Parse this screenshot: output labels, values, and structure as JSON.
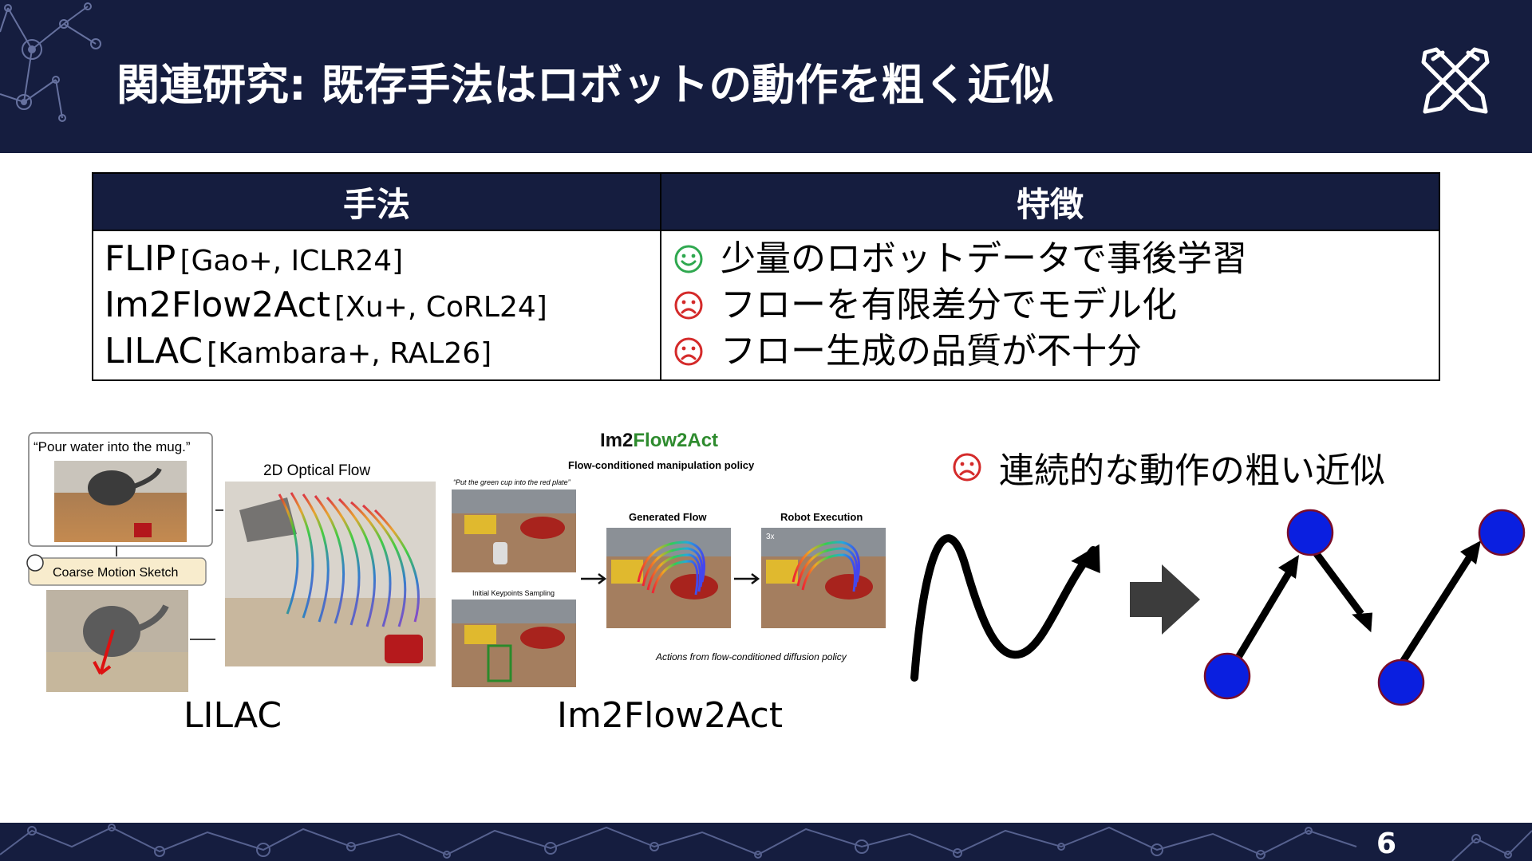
{
  "header": {
    "title": "関連研究: 既存手法はロボットの動作を粗く近似"
  },
  "table": {
    "headers": [
      "手法",
      "特徴"
    ],
    "methods": [
      {
        "name": "FLIP",
        "ref": "[Gao+, ICLR24]"
      },
      {
        "name": "Im2Flow2Act",
        "ref": "[Xu+, CoRL24]"
      },
      {
        "name": "LILAC",
        "ref": "[Kambara+, RAL26]"
      }
    ],
    "features": [
      {
        "icon": "smile-icon",
        "text": "少量のロボットデータで事後学習",
        "color": "#2fa84f"
      },
      {
        "icon": "frown-icon",
        "text": "フローを有限差分でモデル化",
        "color": "#d42a2a"
      },
      {
        "icon": "frown-icon",
        "text": "フロー生成の品質が不十分",
        "color": "#d42a2a"
      }
    ]
  },
  "lilac_figure": {
    "prompt": "“Pour water into the mug.”",
    "flow_label": "2D Optical Flow",
    "sketch_label": "Coarse Motion Sketch",
    "caption": "LILAC"
  },
  "im2flow2act_figure": {
    "title_a": "Im2",
    "title_b": "Flow2Act",
    "subtitle": "Flow-conditioned manipulation policy",
    "instruction": "“Put the green cup into the red plate”",
    "keypoints_label": "Initial Keypoints Sampling",
    "generated_label": "Generated Flow",
    "robot_label": "Robot Execution",
    "speed_label": "3x",
    "actions_label": "Actions from flow-conditioned diffusion policy",
    "caption": "Im2Flow2Act"
  },
  "approximation": {
    "icon": "frown-icon",
    "text": "連続的な動作の粗い近似"
  },
  "footer": {
    "page_number": "6"
  },
  "colors": {
    "navy": "#151d3f",
    "node_blue": "#0a1fe0",
    "node_border": "#7a0d2a",
    "arrow_gray": "#3c3c3c"
  }
}
